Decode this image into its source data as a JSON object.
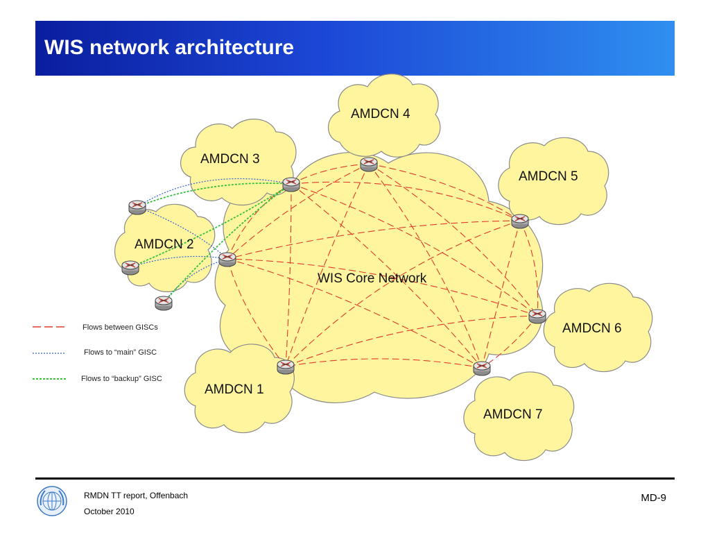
{
  "slide": {
    "title": "WIS network architecture",
    "footer_line1": "RMDN TT report, Offenbach",
    "footer_line2": "October 2010",
    "page_number": "MD-9"
  },
  "diagram": {
    "core_label": "WIS Core Network",
    "clouds": [
      {
        "id": "amdcn1",
        "label": "AMDCN 1"
      },
      {
        "id": "amdcn2",
        "label": "AMDCN 2"
      },
      {
        "id": "amdcn3",
        "label": "AMDCN 3"
      },
      {
        "id": "amdcn4",
        "label": "AMDCN 4"
      },
      {
        "id": "amdcn5",
        "label": "AMDCN 5"
      },
      {
        "id": "amdcn6",
        "label": "AMDCN 6"
      },
      {
        "id": "amdcn7",
        "label": "AMDCN 7"
      }
    ],
    "legend": [
      {
        "label": "Flows between GISCs",
        "color": "#e03a2a",
        "style": "long-dash"
      },
      {
        "label": "Flows to “main” GISC",
        "color": "#2f5fd8",
        "style": "dotted"
      },
      {
        "label": "Flows to “backup” GISC",
        "color": "#38c040",
        "style": "dotted"
      }
    ],
    "colors": {
      "cloud_fill": "#fff59e",
      "cloud_stroke": "#8a8a8a"
    }
  }
}
